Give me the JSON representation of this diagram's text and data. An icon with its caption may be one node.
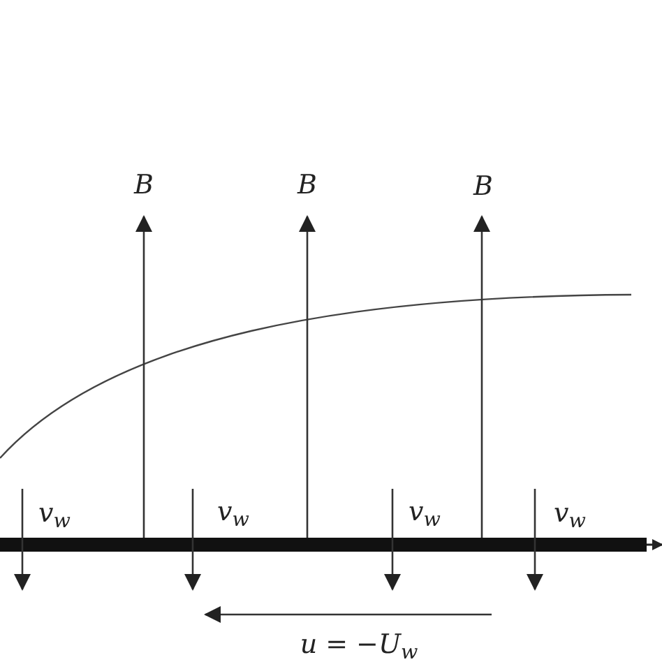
{
  "diagram": {
    "labels": [
      "B",
      "B",
      "B",
      "v$_{w}$",
      "v$_{w}$",
      "v$_{w}$",
      "v$_{w}$",
      "u = −U$_{w}$"
    ]
  }
}
